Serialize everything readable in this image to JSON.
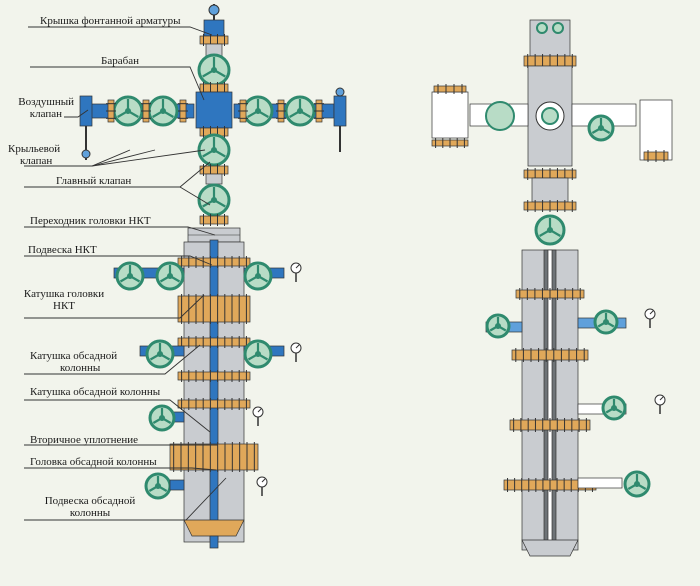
{
  "labels": {
    "tree_cap": "Крышка фонтанной арматуры",
    "drum": "Барабан",
    "air_valve_1": "Воздушный",
    "air_valve_2": "клапан",
    "wing_valve_1": "Крыльевой",
    "wing_valve_2": "клапан",
    "master_valve": "Главный клапан",
    "tubing_head_adapter": "Переходник головки НКТ",
    "tubing_hanger": "Подвеска НКТ",
    "tubing_head_spool_1": "Катушка головки",
    "tubing_head_spool_2": "НКТ",
    "casing_spool_a_1": "Катушка обсадной",
    "casing_spool_a_2": "колонны",
    "casing_spool_b": "Катушка обсадной колонны",
    "secondary_seal": "Вторичное уплотнение",
    "casing_head": "Головка обсадной колонны",
    "casing_hanger_1": "Подвеска обсадной",
    "casing_hanger_2": "колонны"
  },
  "colors": {
    "background": "#f2f4ec",
    "steel": "#2f76bf",
    "steel_light": "#5fa0db",
    "flange": "#e0a85a",
    "handwheel": "#2f8a6e",
    "handwheel_light": "#b8dcc6",
    "body_gray": "#c9ccd0",
    "body_dark": "#6e7377",
    "outline": "#333333"
  }
}
